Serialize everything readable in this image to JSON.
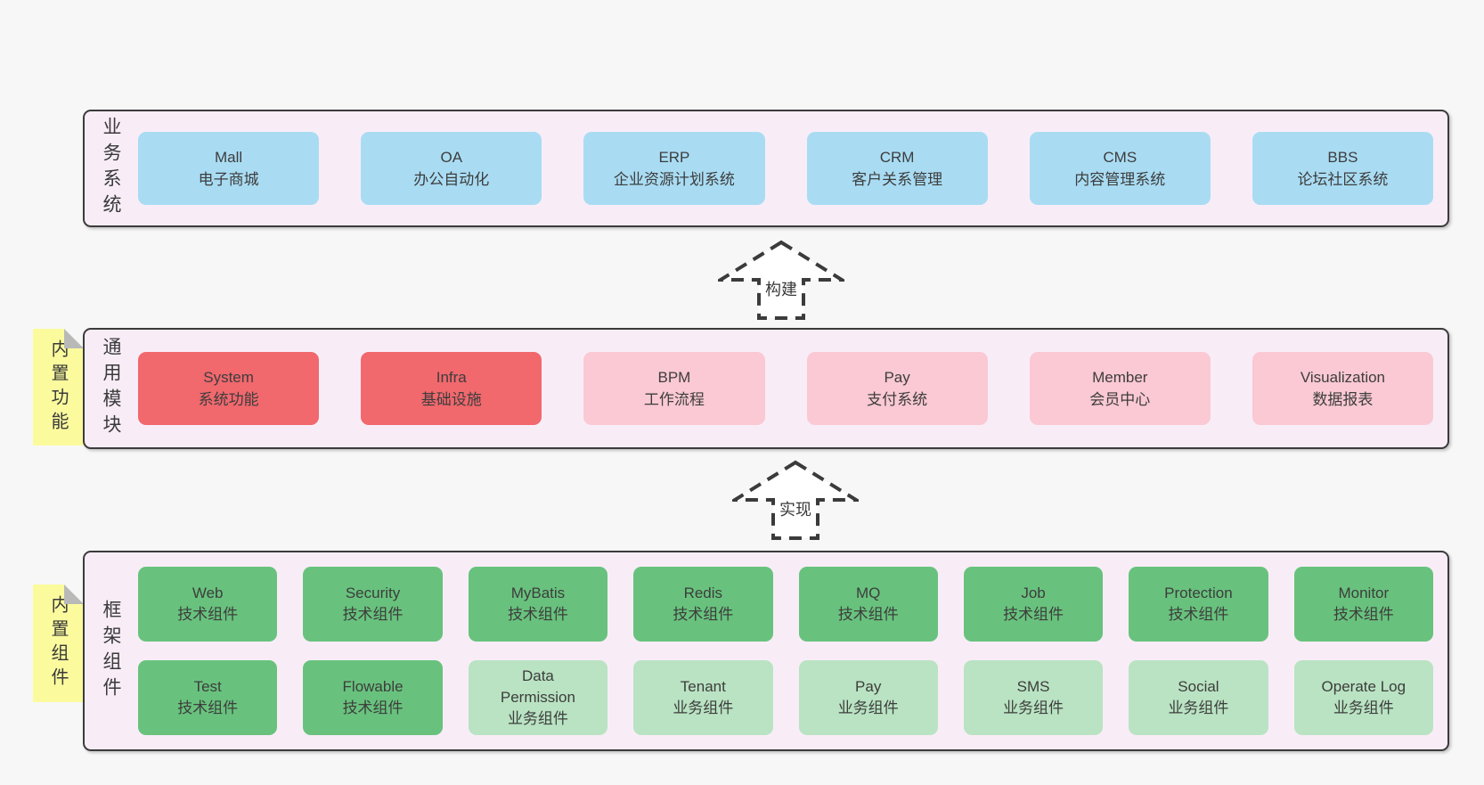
{
  "palette": {
    "canvas_bg": "#f7f7f7",
    "layer_fill": "#f8edf7",
    "layer_border": "#3b3b3b",
    "box_blue": "#a9dcf3",
    "box_red": "#f1686d",
    "box_pink": "#fac9d3",
    "box_green_dark": "#68c27d",
    "box_green_light": "#b9e3c2",
    "note_yellow": "#fbfb9e",
    "note_fold_gray": "#b9b9b9",
    "text": "#3d3d3d"
  },
  "layers": [
    {
      "side_label": "业务系统",
      "boxes": [
        {
          "title": "Mall",
          "subtitle": "电子商城"
        },
        {
          "title": "OA",
          "subtitle": "办公自动化"
        },
        {
          "title": "ERP",
          "subtitle": "企业资源计划系统"
        },
        {
          "title": "CRM",
          "subtitle": "客户关系管理"
        },
        {
          "title": "CMS",
          "subtitle": "内容管理系统"
        },
        {
          "title": "BBS",
          "subtitle": "论坛社区系统"
        }
      ]
    },
    {
      "side_label": "通用模块",
      "sticky_note": "内置功能",
      "boxes": [
        {
          "title": "System",
          "subtitle": "系统功能"
        },
        {
          "title": "Infra",
          "subtitle": "基础设施"
        },
        {
          "title": "BPM",
          "subtitle": "工作流程"
        },
        {
          "title": "Pay",
          "subtitle": "支付系统"
        },
        {
          "title": "Member",
          "subtitle": "会员中心"
        },
        {
          "title": "Visualization",
          "subtitle": "数据报表"
        }
      ]
    },
    {
      "side_label": "框架组件",
      "sticky_note": "内置组件",
      "rows": [
        [
          {
            "title": "Web",
            "subtitle": "技术组件"
          },
          {
            "title": "Security",
            "subtitle": "技术组件"
          },
          {
            "title": "MyBatis",
            "subtitle": "技术组件"
          },
          {
            "title": "Redis",
            "subtitle": "技术组件"
          },
          {
            "title": "MQ",
            "subtitle": "技术组件"
          },
          {
            "title": "Job",
            "subtitle": "技术组件"
          },
          {
            "title": "Protection",
            "subtitle": "技术组件"
          },
          {
            "title": "Monitor",
            "subtitle": "技术组件"
          }
        ],
        [
          {
            "title": "Test",
            "subtitle": "技术组件"
          },
          {
            "title": "Flowable",
            "subtitle": "技术组件"
          },
          {
            "title": "Data Permission",
            "subtitle": "业务组件"
          },
          {
            "title": "Tenant",
            "subtitle": "业务组件"
          },
          {
            "title": "Pay",
            "subtitle": "业务组件"
          },
          {
            "title": "SMS",
            "subtitle": "业务组件"
          },
          {
            "title": "Social",
            "subtitle": "业务组件"
          },
          {
            "title": "Operate Log",
            "subtitle": "业务组件"
          }
        ]
      ]
    }
  ],
  "arrows": [
    {
      "label": "构建"
    },
    {
      "label": "实现"
    }
  ]
}
